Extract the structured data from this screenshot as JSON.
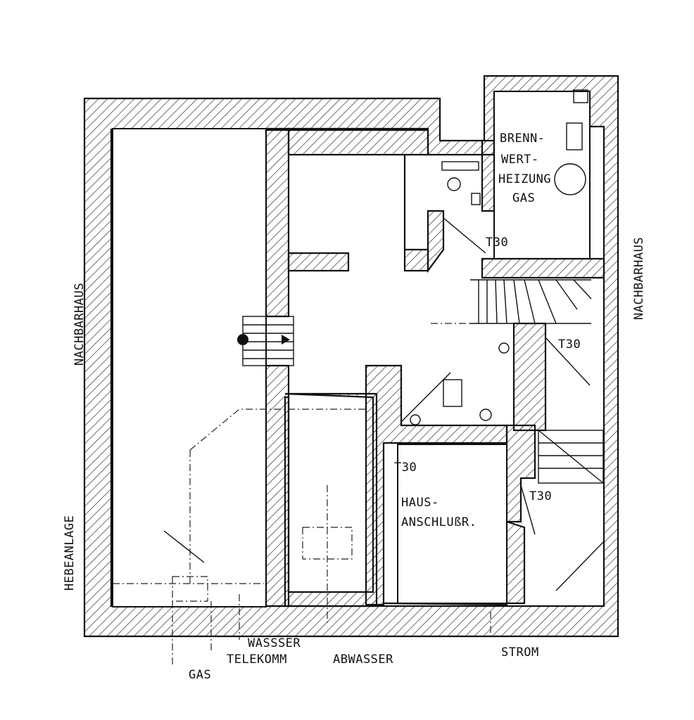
{
  "labels": {
    "nachbarhaus_left": "NACHBARHAUS",
    "nachbarhaus_right": "NACHBARHAUS",
    "hebeanlage": "HEBEANLAGE",
    "brenn": "BRENN-",
    "wert": "WERT-",
    "heizung": "HEIZUNG",
    "gas_room": "GAS",
    "t30_boiler": "T30",
    "t30_stair": "T30",
    "t30_hall": "T30",
    "t30_east": "T30",
    "haus": "HAUS-",
    "anschlussr": "ANSCHLUßR.",
    "wassser": "WASSSER",
    "telekomm": "TELEKOMM",
    "abwasser": "ABWASSER",
    "gas": "GAS",
    "strom": "STROM"
  }
}
